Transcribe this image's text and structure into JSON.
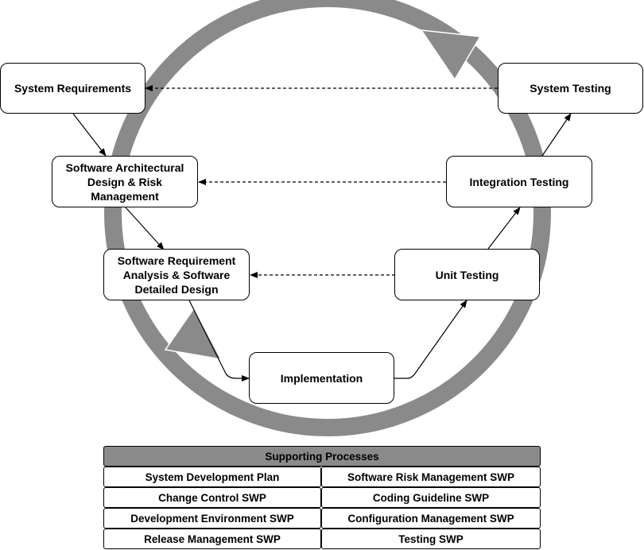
{
  "nodes": {
    "system_requirements": "System Requirements",
    "software_architectural_design": "Software Architectural Design & Risk Management",
    "software_requirement_analysis": "Software Requirement Analysis & Software Detailed Design",
    "implementation": "Implementation",
    "unit_testing": "Unit Testing",
    "integration_testing": "Integration Testing",
    "system_testing": "System Testing"
  },
  "supporting_processes": {
    "title": "Supporting Processes",
    "rows": [
      [
        "System Development Plan",
        "Software Risk Management SWP"
      ],
      [
        "Change Control SWP",
        "Coding Guideline SWP"
      ],
      [
        "Development Environment SWP",
        "Configuration Management SWP"
      ],
      [
        "Release Management SWP",
        "Testing SWP"
      ]
    ]
  },
  "colors": {
    "cycle_arrow": "#8a8a8a",
    "header_fill": "#8a8a8a",
    "line": "#000000"
  }
}
